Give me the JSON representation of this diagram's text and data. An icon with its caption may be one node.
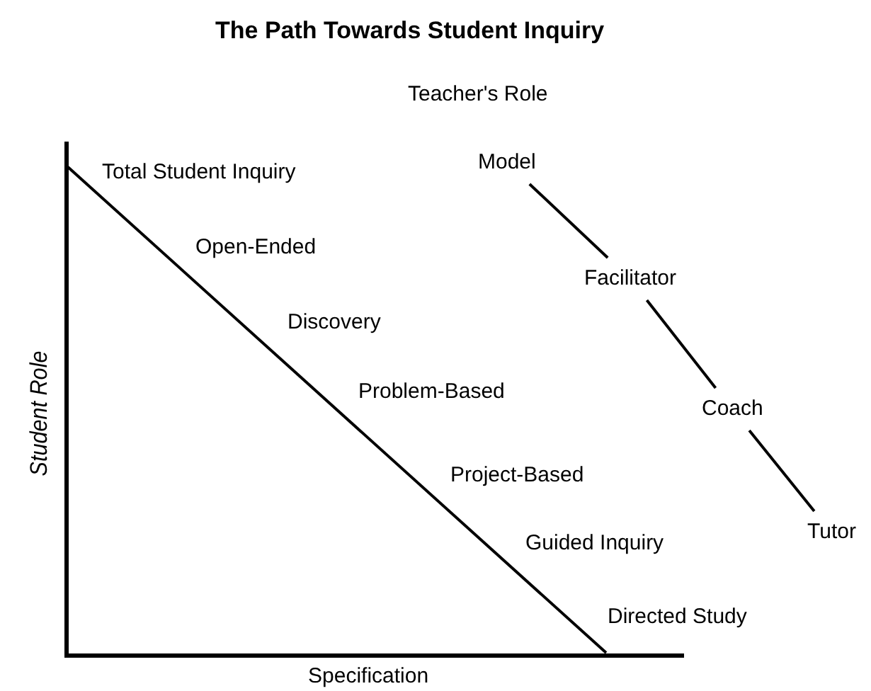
{
  "diagram": {
    "title": "The Path Towards Student Inquiry",
    "nodes": [
      {
        "text": [
          "Model"
        ]
      },
      {
        "text": [
          "Facilitator"
        ]
      },
      {
        "text": [
          "Coach"
        ]
      },
      {
        "text": [
          "Tutor"
        ]
      }
    ],
    "edges": [
      {
        "from": 0,
        "to": 1,
        "arrow": "none"
      },
      {
        "from": 1,
        "to": 2,
        "arrow": "none"
      },
      {
        "from": 2,
        "to": 3,
        "arrow": "none"
      }
    ],
    "labels": [
      "Teacher's Role",
      "Total Student Inquiry",
      "Open-Ended",
      "Discovery",
      "Problem-Based",
      "Project-Based",
      "Guided Inquiry",
      "Directed Study",
      "Student Role",
      "Specification"
    ]
  }
}
